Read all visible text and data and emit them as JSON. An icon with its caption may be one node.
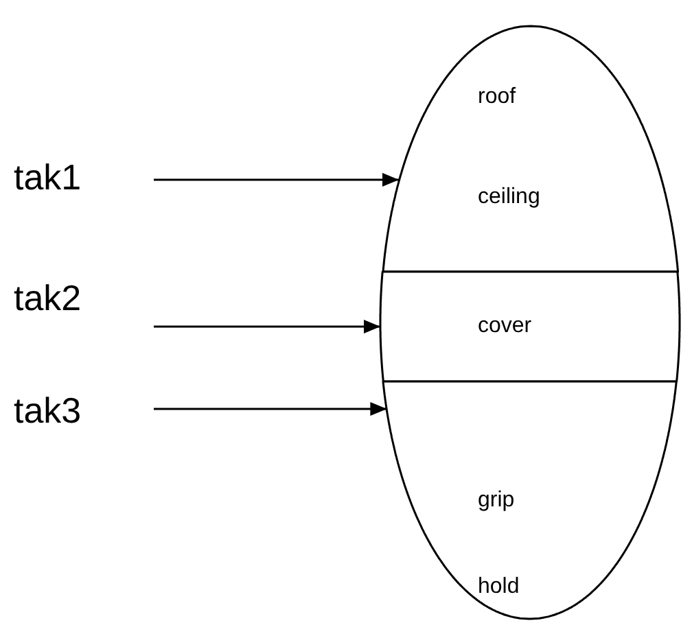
{
  "diagram": {
    "nodes": [
      {
        "text": [
          "roof",
          "ceiling"
        ]
      },
      {
        "text": [
          "cover"
        ]
      },
      {
        "text": [
          "grip",
          "hold"
        ]
      },
      {
        "text": [
          "tak1"
        ]
      },
      {
        "text": [
          "tak2"
        ]
      },
      {
        "text": [
          "tak3"
        ]
      }
    ],
    "edges": [
      {
        "from": 3,
        "to": 0,
        "arrow": "to"
      },
      {
        "from": 4,
        "to": 1,
        "arrow": "to"
      },
      {
        "from": 5,
        "to": 2,
        "arrow": "to"
      }
    ]
  }
}
